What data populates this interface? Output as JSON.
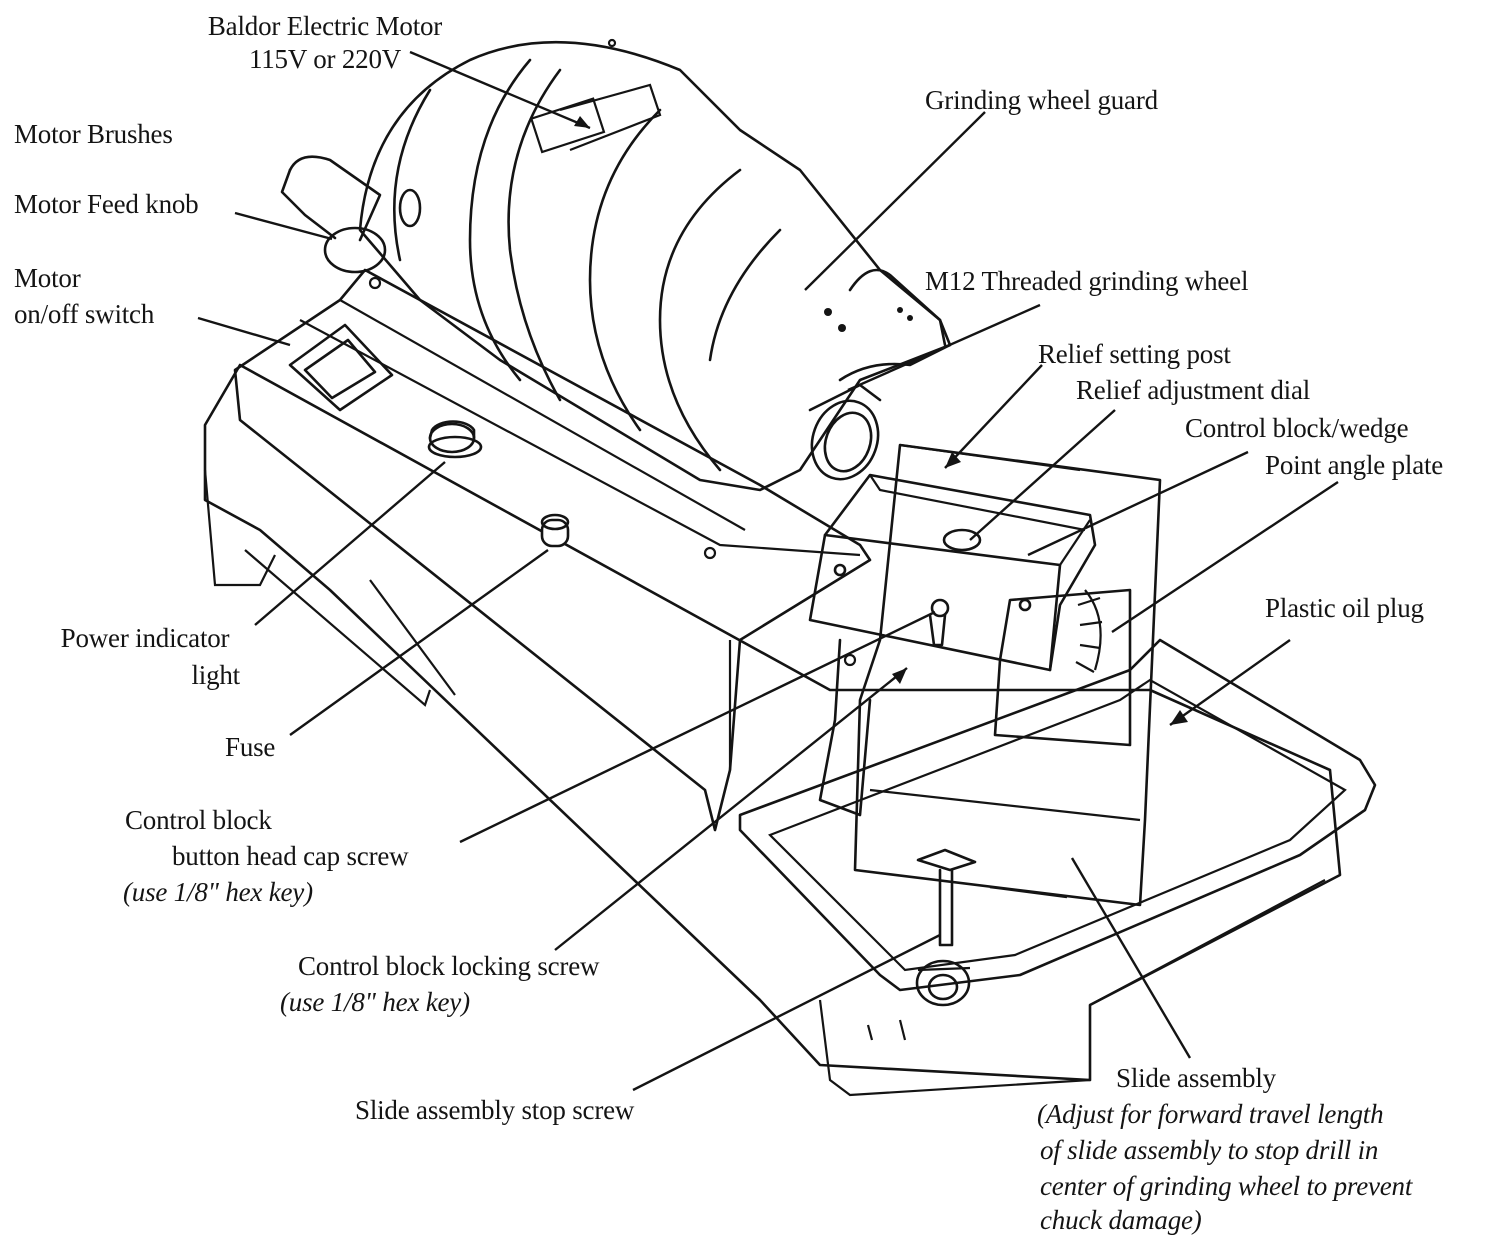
{
  "labels": {
    "motor_title": "Baldor Electric Motor",
    "motor_voltage": "115V or 220V",
    "motor_brushes": "Motor Brushes",
    "motor_feed_knob": "Motor Feed knob",
    "motor_switch_1": "Motor",
    "motor_switch_2": "on/off switch",
    "wheel_guard": "Grinding wheel guard",
    "threaded_wheel": "M12 Threaded grinding wheel",
    "relief_post": "Relief setting post",
    "relief_dial": "Relief adjustment dial",
    "control_wedge": "Control block/wedge",
    "point_angle": "Point angle plate",
    "oil_plug": "Plastic oil plug",
    "power_light_1": "Power indicator",
    "power_light_2": "light",
    "fuse": "Fuse",
    "cap_screw_1": "Control block",
    "cap_screw_2": "button head  cap screw",
    "cap_screw_note": "(use 1/8\" hex key)",
    "locking_screw": "Control block locking screw",
    "locking_screw_note": "(use 1/8\" hex key)",
    "stop_screw": "Slide assembly stop screw",
    "slide_title": "Slide assembly",
    "slide_note_1": "(Adjust for forward travel length",
    "slide_note_2": "of slide assembly to stop drill in",
    "slide_note_3": "center of grinding wheel to prevent",
    "slide_note_4": "chuck damage)"
  }
}
